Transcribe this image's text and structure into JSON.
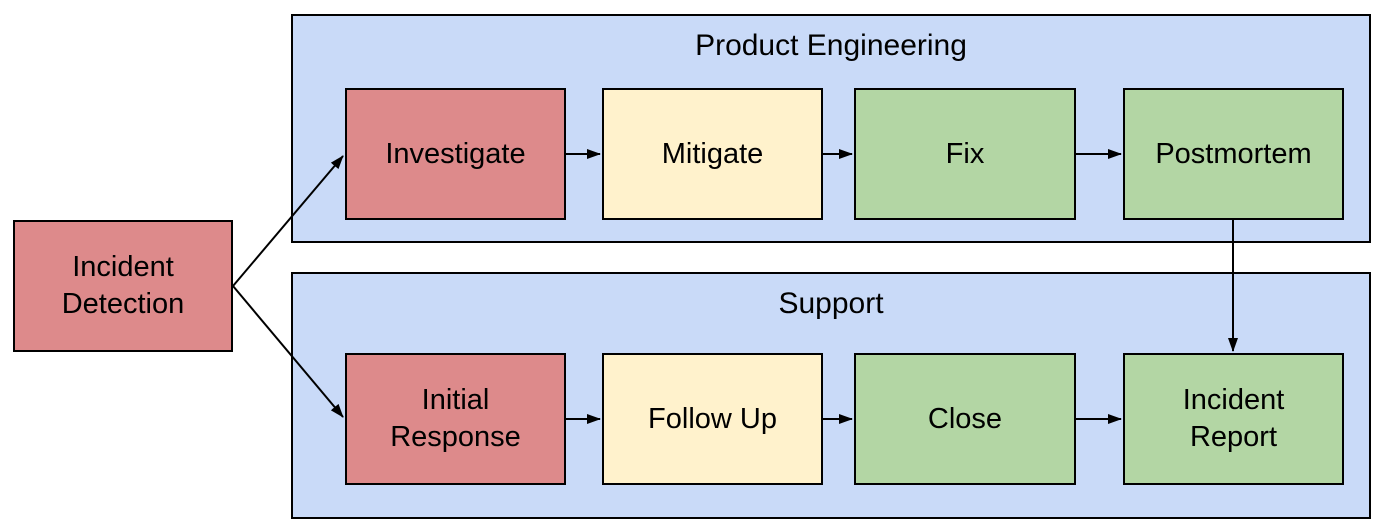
{
  "diagram": {
    "type": "flowchart",
    "colors": {
      "red": "#dd8a8b",
      "yellow": "#fff2cc",
      "green": "#b3d6a4",
      "blue": "#c9daf8",
      "border": "#000000",
      "arrow": "#000000",
      "background": "#ffffff"
    },
    "detection": {
      "label": "Incident\nDetection",
      "color": "red"
    },
    "lanes": [
      {
        "title": "Product Engineering",
        "steps": [
          {
            "label": "Investigate",
            "color": "red"
          },
          {
            "label": "Mitigate",
            "color": "yellow"
          },
          {
            "label": "Fix",
            "color": "green"
          },
          {
            "label": "Postmortem",
            "color": "green"
          }
        ]
      },
      {
        "title": "Support",
        "steps": [
          {
            "label": "Initial\nResponse",
            "color": "red"
          },
          {
            "label": "Follow Up",
            "color": "yellow"
          },
          {
            "label": "Close",
            "color": "green"
          },
          {
            "label": "Incident\nReport",
            "color": "green"
          }
        ]
      }
    ],
    "edges": [
      {
        "from": "Incident Detection",
        "to": "Investigate"
      },
      {
        "from": "Incident Detection",
        "to": "Initial Response"
      },
      {
        "from": "Investigate",
        "to": "Mitigate"
      },
      {
        "from": "Mitigate",
        "to": "Fix"
      },
      {
        "from": "Fix",
        "to": "Postmortem"
      },
      {
        "from": "Postmortem",
        "to": "Incident Report"
      },
      {
        "from": "Initial Response",
        "to": "Follow Up"
      },
      {
        "from": "Follow Up",
        "to": "Close"
      },
      {
        "from": "Close",
        "to": "Incident Report"
      }
    ]
  }
}
